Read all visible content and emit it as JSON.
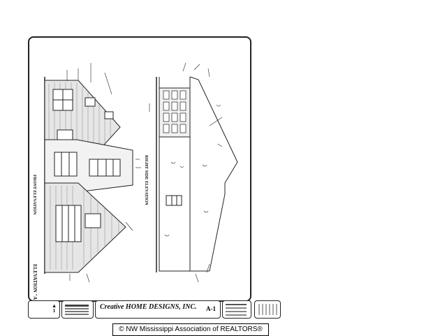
{
  "watermark": "",
  "drawing": {
    "front_elevation_title": "FRONT ELEVATION",
    "right_side_title": "RIGHT SIDE ELEVATION",
    "elevation_label": "ELEVATION \"A\""
  },
  "title_block": {
    "company": "Creative HOME DESIGNS, INC.",
    "company_sub": "",
    "sheet_ref": "A-1"
  },
  "footer": {
    "copyright": "© NW Mississippi Association of REALTORS®"
  }
}
